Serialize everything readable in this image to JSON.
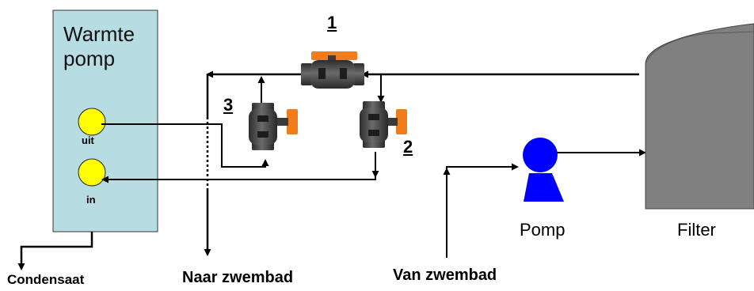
{
  "heat_pump": {
    "title_line1": "Warmte",
    "title_line2": "pomp",
    "outlet_label": "uit",
    "inlet_label": "in"
  },
  "valves": {
    "valve_1_number": "1",
    "valve_2_number": "2",
    "valve_3_number": "3"
  },
  "pump_label": "Pomp",
  "filter_label": "Filter",
  "flow_labels": {
    "condensate": "Condensaat",
    "to_pool": "Naar zwembad",
    "from_pool": "Van zwembad"
  },
  "colors": {
    "heat_pump_fill": "#b7dde3",
    "port_fill": "#ffff00",
    "pump_fill": "#0000ff",
    "filter_fill": "#808080",
    "valve_body": "#4d4d4d",
    "valve_handle": "#f07c1c",
    "pipe": "#000000"
  }
}
